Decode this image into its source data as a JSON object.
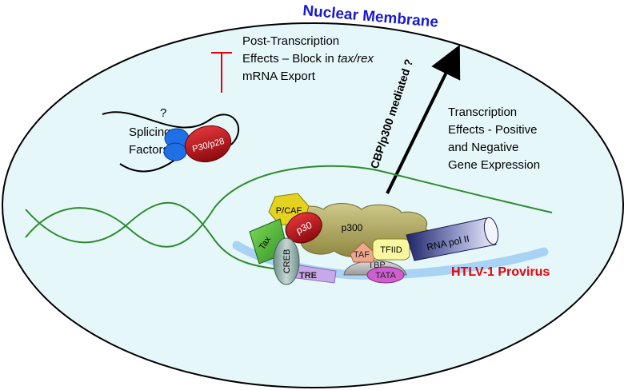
{
  "title": "Nuclear Membrane",
  "post_transcription": {
    "line1": "Post-Transcription",
    "line2_prefix": "Effects – Block in ",
    "line2_italic": "tax/rex",
    "line3": "mRNA Export"
  },
  "transcription_effects": {
    "line1": "Transcription",
    "line2": "Effects - Positive",
    "line3": "and Negative",
    "line4": "Gene Expression"
  },
  "arrow_label": "CBP/p300 mediated ?",
  "splicing": {
    "question": "?",
    "line1": "Splicing",
    "line2": "Factors"
  },
  "proteins": {
    "p30_p28": "P30/p28",
    "pcaf": "P/CAF",
    "p300": "p300",
    "p30": "p30",
    "tax": "Tax",
    "creb": "CREB",
    "tre": "TRE",
    "taf": "TAF",
    "tfiid": "TFIID",
    "tbp": "TBP",
    "tata": "TATA",
    "rna_pol": "RNA pol II"
  },
  "provirus_label": "HTLV-1 Provirus",
  "colors": {
    "nucleus_fill": "#e6f7fa",
    "title": "#1a1acc",
    "inhibit": "#e8000a",
    "provirus_label": "#e8000a",
    "dna": "#2e8b2e",
    "p30_red": "#b50d12",
    "splicing_blue": "#1f6fe6",
    "p300_olive": "#b3ac5e",
    "pcaf_yellow": "#e3d21e",
    "tax_green": "#4fb83c",
    "creb_grey": "#8fa8a3",
    "tre_lavender": "#c7a8e8",
    "taf_salmon": "#f0a88c",
    "tfiid_yellow": "#fbf7a0",
    "tbp_grey": "#bcbcbc",
    "tata_magenta": "#cf5fcf",
    "rnapol_navy": "#2b2f7a",
    "provirus_bar": "#a9d3f5"
  }
}
